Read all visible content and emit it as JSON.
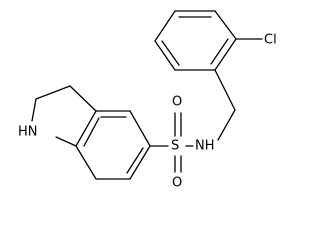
{
  "molecule": {
    "atom_labels": {
      "chlorine": "Cl",
      "sulfonamide_nh": "NH",
      "indoline_nh": "HN",
      "sulfur": "S",
      "oxygen_top": "O",
      "oxygen_bottom": "O"
    },
    "colors": {
      "bonds": "#000000",
      "labels": "#000000",
      "background": "#ffffff"
    }
  }
}
